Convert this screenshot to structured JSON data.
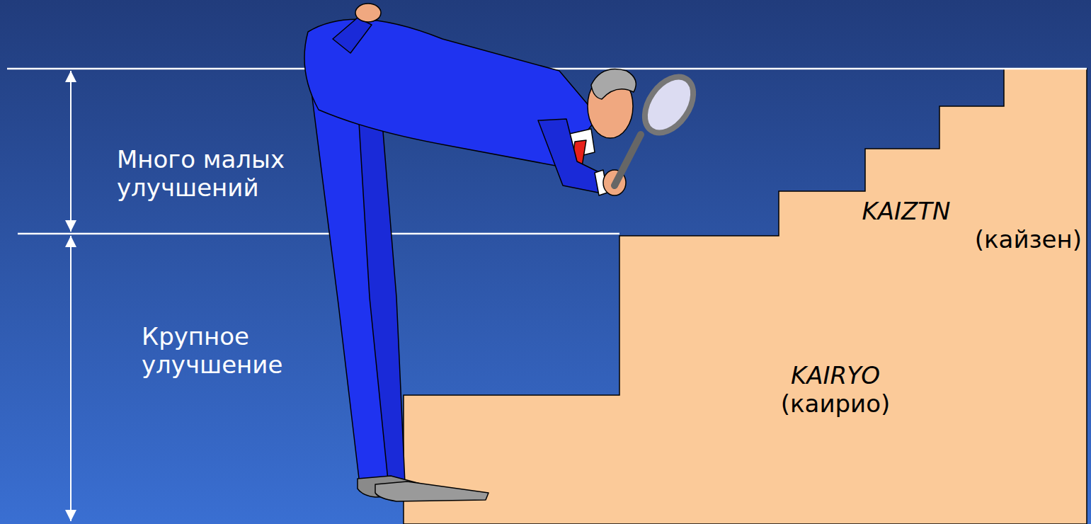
{
  "diagram": {
    "labels": [
      "Много малых улучшений",
      "Крупное улучшение",
      "KAIZTN",
      "(кайзен)",
      "KAIRYO",
      "(каирио)"
    ]
  }
}
